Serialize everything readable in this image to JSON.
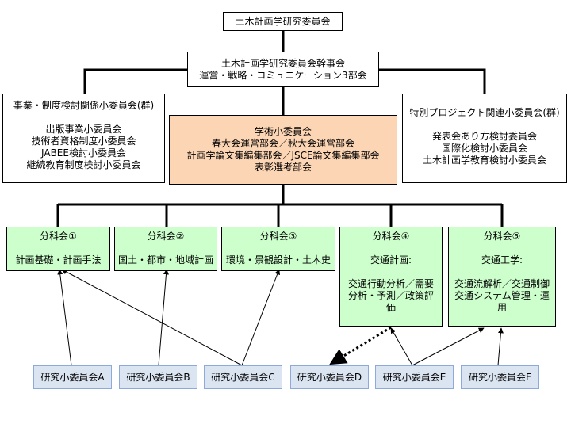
{
  "top": {
    "title": "土木計画学研究委員会"
  },
  "exec": {
    "line1": "土木計画学研究委員会幹事会",
    "line2": "運営・戦略・コミュニケーション3部会"
  },
  "left_group": {
    "title": "事業・制度検討関係小委員会(群)",
    "items": [
      "出版事業小委員会",
      "技術者資格制度小委員会",
      "JABEE検討小委員会",
      "継続教育制度検討小委員会"
    ]
  },
  "center_group": {
    "lines": [
      "学術小委員会",
      "春大会運営部会／秋大会運営部会",
      "計画学論文集編集部会／JSCE論文集編集部会",
      "表彰選考部会"
    ]
  },
  "right_group": {
    "title": "特別プロジェクト関連小委員会(群)",
    "items": [
      "発表会あり方検討委員会",
      "国際化検討小委員会",
      "土木計画学教育検討小委員会"
    ]
  },
  "subcommittees": [
    {
      "title": "分科会①",
      "body": [
        "計画基礎・計画手法"
      ]
    },
    {
      "title": "分科会②",
      "body": [
        "国土・都市・地域計画"
      ]
    },
    {
      "title": "分科会③",
      "body": [
        "環境・景観設計・土木史"
      ]
    },
    {
      "title": "分科会④",
      "body": [
        "交通計画:",
        "交通行動分析／需要分析・予測／政策評価"
      ]
    },
    {
      "title": "分科会⑤",
      "body": [
        "交通工学:",
        "交通流解析／交通制御交通システム管理・運用"
      ]
    }
  ],
  "research": [
    "研究小委員会A",
    "研究小委員会B",
    "研究小委員会C",
    "研究小委員会D",
    "研究小委員会E",
    "研究小委員会F"
  ]
}
